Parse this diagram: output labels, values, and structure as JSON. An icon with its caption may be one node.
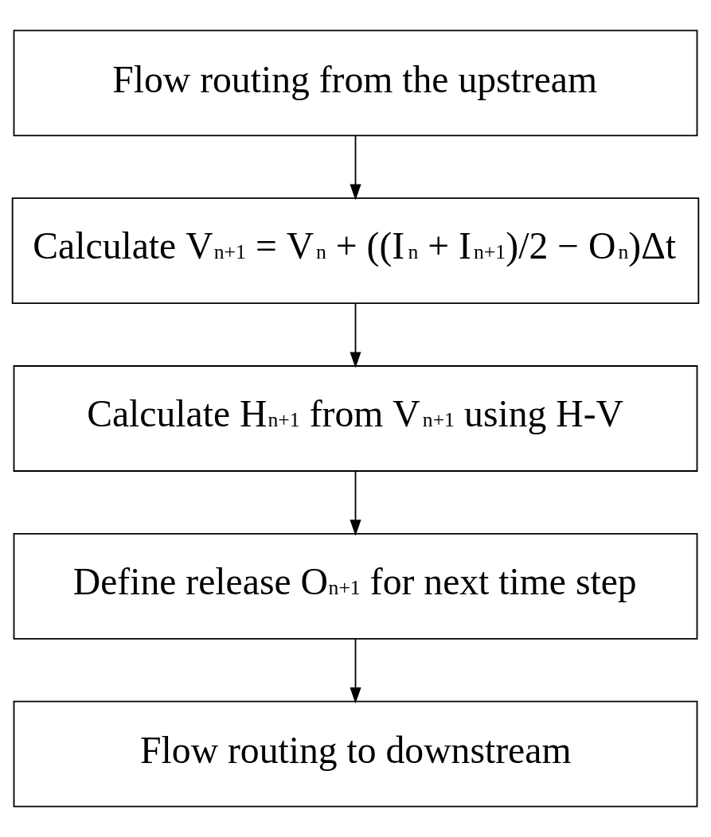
{
  "diagram": {
    "nodes": [
      {
        "text": [
          "Flow routing from the upstream"
        ]
      },
      {
        "text": [
          "Calculate V$_{n+1}$ = V$_{n}$ + ((I$_{n}$ + I$_{n+1}$)/2 − O$_{n}$)Δt"
        ]
      },
      {
        "text": [
          "Calculate H$_{n+1}$ from V$_{n+1}$ using H-V"
        ]
      },
      {
        "text": [
          "Define release O$_{n+1}$ for next time step"
        ]
      },
      {
        "text": [
          "Flow routing to downstream"
        ]
      }
    ],
    "edges": [
      {
        "from": 0,
        "to": 1,
        "arrow": "to"
      },
      {
        "from": 1,
        "to": 2,
        "arrow": "to"
      },
      {
        "from": 2,
        "to": 3,
        "arrow": "to"
      },
      {
        "from": 3,
        "to": 4,
        "arrow": "to"
      }
    ]
  }
}
